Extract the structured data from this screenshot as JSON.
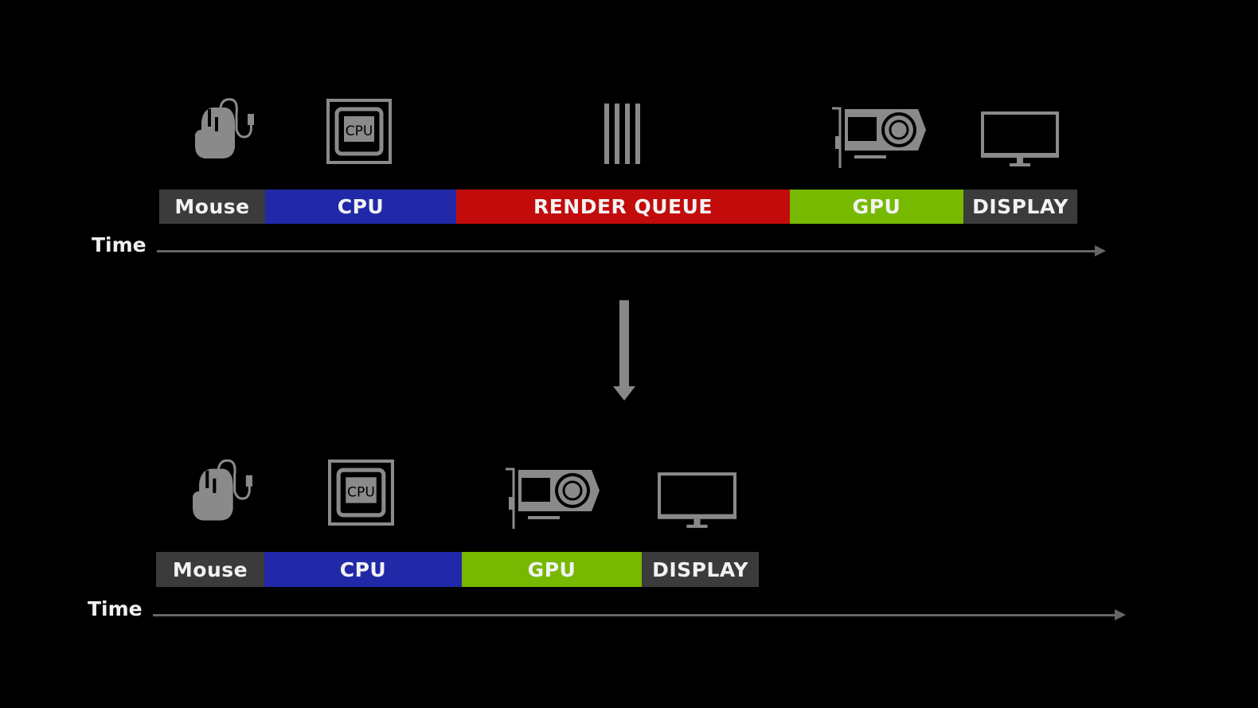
{
  "colors": {
    "neutral": "#3b3b3b",
    "cpu": "#2129a8",
    "render_queue": "#c20b0b",
    "gpu": "#76b900",
    "icon": "#8a8a8a"
  },
  "before": {
    "stages": [
      {
        "label": "Mouse",
        "icon": "mouse-icon"
      },
      {
        "label": "CPU",
        "icon": "cpu-icon",
        "icon_text": "CPU"
      },
      {
        "label": "RENDER QUEUE",
        "icon": "queue-icon"
      },
      {
        "label": "GPU",
        "icon": "gpu-icon"
      },
      {
        "label": "DISPLAY",
        "icon": "monitor-icon"
      }
    ],
    "axis_label": "Time"
  },
  "after": {
    "stages": [
      {
        "label": "Mouse",
        "icon": "mouse-icon"
      },
      {
        "label": "CPU",
        "icon": "cpu-icon",
        "icon_text": "CPU"
      },
      {
        "label": "GPU",
        "icon": "gpu-icon"
      },
      {
        "label": "DISPLAY",
        "icon": "monitor-icon"
      }
    ],
    "axis_label": "Time"
  }
}
